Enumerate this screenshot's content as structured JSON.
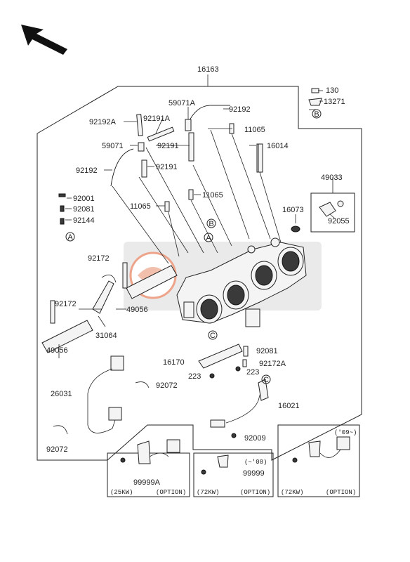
{
  "callouts": {
    "c16163": "16163",
    "c130": "130",
    "c13271": "13271",
    "c59071A": "59071A",
    "c92192_top": "92192",
    "c92192A": "92192A",
    "c92191A": "92191A",
    "c11065_a": "11065",
    "c59071": "59071",
    "c92191_a": "92191",
    "c16014": "16014",
    "c92192_left": "92192",
    "c92191_b": "92191",
    "c49033": "49033",
    "c11065_b": "11065",
    "c92001": "92001",
    "c92081_a": "92081",
    "c92144": "92144",
    "c11065_c": "11065",
    "c16073": "16073",
    "c92055": "92055",
    "c92172_a": "92172",
    "c92172_b": "92172",
    "c49056_a": "49056",
    "c31064": "31064",
    "c49056_b": "49056",
    "c92081_b": "92081",
    "c16170": "16170",
    "c92172A": "92172A",
    "c223_a": "223",
    "c223_b": "223",
    "c26031": "26031",
    "c92072_a": "92072",
    "c16021": "16021",
    "c92072_b": "92072",
    "c92009": "92009",
    "c99999A": "99999A",
    "c99999": "99999"
  },
  "refs": {
    "a": "A",
    "b": "B",
    "c": "C"
  },
  "option_boxes": {
    "box1": {
      "power": "(25KW)",
      "option": "(OPTION)"
    },
    "box2": {
      "power": "(72KW)",
      "option": "(OPTION)",
      "year": "(~'08)"
    },
    "box3": {
      "power": "(72KW)",
      "option": "(OPTION)",
      "year": "('09~)"
    }
  },
  "colors": {
    "ink": "#222222",
    "watermark": "#d9d9d9",
    "accent": "#e05a2b"
  }
}
